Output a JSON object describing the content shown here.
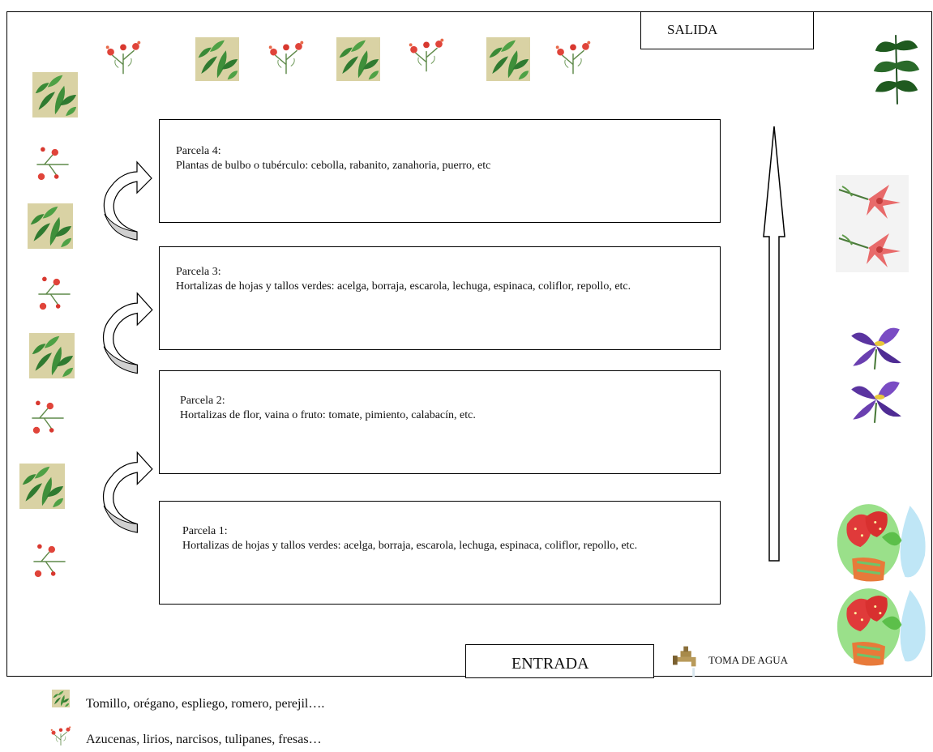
{
  "exit_label": "SALIDA",
  "entrance_label": "ENTRADA",
  "water_label": "TOMA DE AGUA",
  "plots": [
    {
      "title": "Parcela 4:",
      "description": "Plantas de bulbo o tubérculo: cebolla, rabanito, zanahoria, puerro, etc"
    },
    {
      "title": "Parcela 3:",
      "description": "Hortalizas de hojas y tallos verdes: acelga, borraja, escarola, lechuga, espinaca, coliflor, repollo, etc."
    },
    {
      "title": "Parcela 2:",
      "description": " Hortalizas de flor, vaina o fruto: tomate, pimiento, calabacín, etc."
    },
    {
      "title": "Parcela 1:",
      "description": "Hortalizas de hojas y tallos verdes: acelga, borraja, escarola, lechuga, espinaca, coliflor, repollo, etc."
    }
  ],
  "legend": [
    {
      "icon": "herb-icon",
      "text": "Tomillo, orégano, espliego, romero, perejil…."
    },
    {
      "icon": "flower-icon",
      "text": "Azucenas, lirios, narcisos, tulipanes, fresas…"
    }
  ],
  "colors": {
    "herb": "#3f8f3a",
    "herb_bg": "#d9d2a4",
    "flower": "#e0443a",
    "iris": "#6a3fb0",
    "lily": "#e86a6a",
    "strawberry": "#e03a3a",
    "arrow_fill": "#d0d0d0"
  }
}
